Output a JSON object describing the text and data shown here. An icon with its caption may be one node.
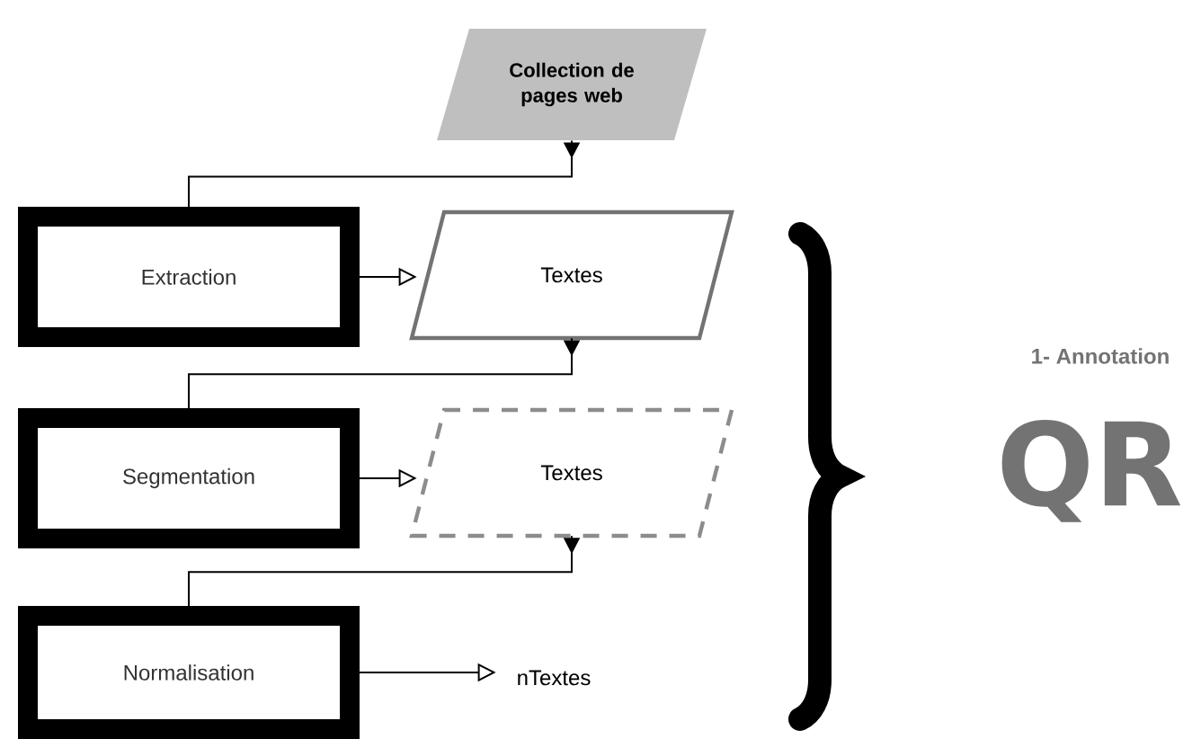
{
  "diagram": {
    "nodes": [
      {
        "text": [
          "Collection de pages web"
        ]
      },
      {
        "text": [
          "Extraction"
        ]
      },
      {
        "text": [
          "Textes"
        ]
      },
      {
        "text": [
          "Segmentation"
        ]
      },
      {
        "text": [
          "Textes"
        ]
      },
      {
        "text": [
          "Normalisation"
        ]
      },
      {
        "text": [
          "nTextes"
        ]
      }
    ],
    "edges": [
      {
        "from": 0,
        "to": 1,
        "arrow": "to"
      },
      {
        "from": 1,
        "to": 2,
        "arrow": "to"
      },
      {
        "from": 2,
        "to": 3,
        "arrow": "to"
      },
      {
        "from": 3,
        "to": 4,
        "arrow": "to"
      },
      {
        "from": 4,
        "to": 5,
        "arrow": "to"
      },
      {
        "from": 5,
        "to": 6,
        "arrow": "to"
      }
    ],
    "labels": [
      "1- Annotation",
      "QR"
    ]
  }
}
